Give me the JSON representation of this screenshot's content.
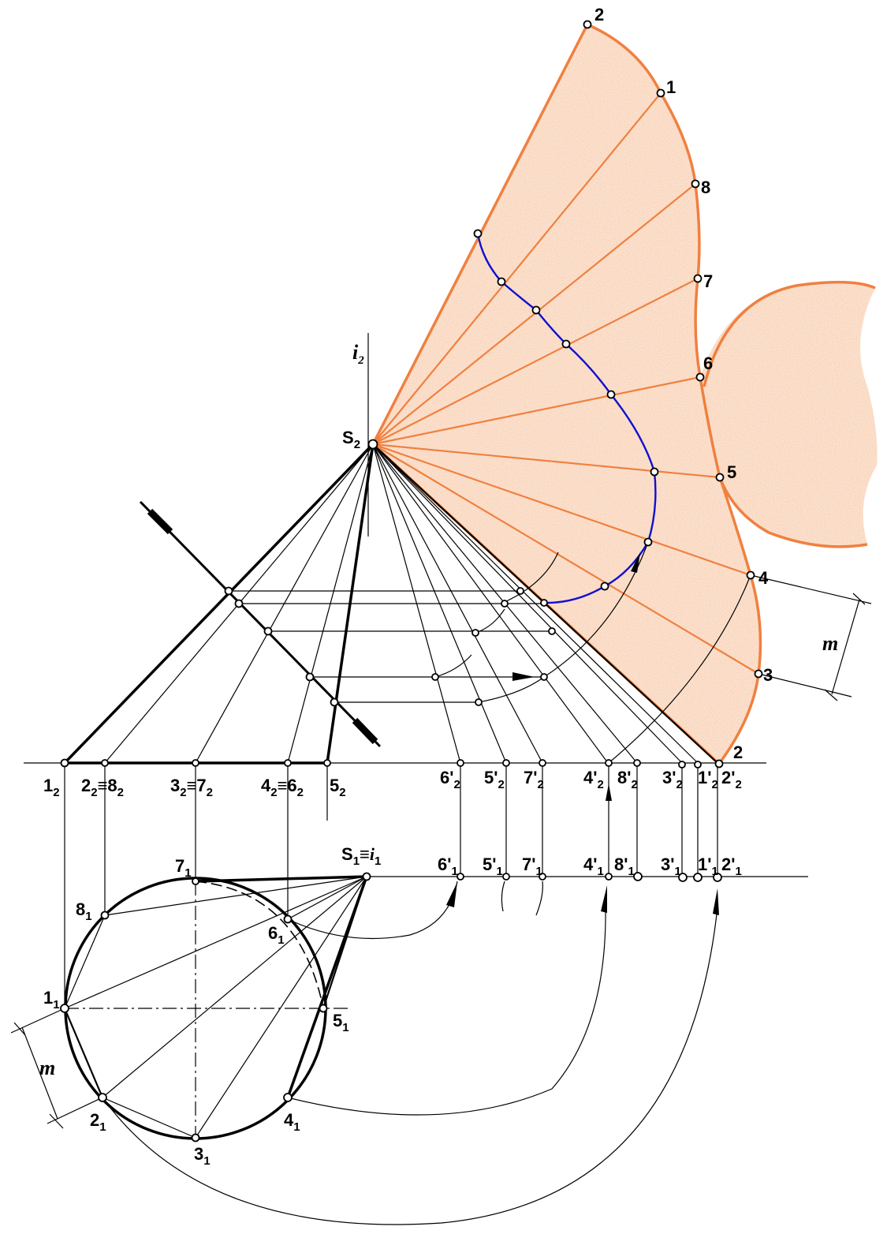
{
  "colors": {
    "development_fill": "#f6c7a8",
    "development_stroke": "#f08040",
    "helix_curve": "#1010d0",
    "construction_lines": "#000000"
  },
  "labels": {
    "i2": "i",
    "i2_sub": "2",
    "S2": "S",
    "S2_sub": "2",
    "S1": "S",
    "S1_sub": "1",
    "S1_eq": "≡",
    "i1": "i",
    "i1_sub": "1",
    "m_top": "m",
    "m_bottom": "m",
    "dev": [
      "2",
      "1",
      "8",
      "7",
      "6",
      "5",
      "4",
      "3",
      "2"
    ],
    "front_base": [
      {
        "main": "1",
        "sub": "2"
      },
      {
        "main": "2",
        "sub": "2",
        "eq": "≡8",
        "sub2": "2"
      },
      {
        "main": "3",
        "sub": "2",
        "eq": "≡7",
        "sub2": "2"
      },
      {
        "main": "4",
        "sub": "2",
        "eq": "≡6",
        "sub2": "2"
      },
      {
        "main": "5",
        "sub": "2"
      }
    ],
    "front_rot": [
      {
        "main": "6'",
        "sub": "2"
      },
      {
        "main": "5'",
        "sub": "2"
      },
      {
        "main": "7'",
        "sub": "2"
      },
      {
        "main": "4'",
        "sub": "2"
      },
      {
        "main": "8'",
        "sub": "2"
      },
      {
        "main": "3'",
        "sub": "2"
      },
      {
        "main": "1'",
        "sub": "2"
      },
      {
        "main": "2'",
        "sub": "2"
      }
    ],
    "top_rot": [
      {
        "main": "6'",
        "sub": "1"
      },
      {
        "main": "5'",
        "sub": "1"
      },
      {
        "main": "7'",
        "sub": "1"
      },
      {
        "main": "4'",
        "sub": "1"
      },
      {
        "main": "8'",
        "sub": "1"
      },
      {
        "main": "3'",
        "sub": "1"
      },
      {
        "main": "1'",
        "sub": "1"
      },
      {
        "main": "2'",
        "sub": "1"
      }
    ],
    "top_base": [
      {
        "main": "1",
        "sub": "1"
      },
      {
        "main": "2",
        "sub": "1"
      },
      {
        "main": "3",
        "sub": "1"
      },
      {
        "main": "4",
        "sub": "1"
      },
      {
        "main": "5",
        "sub": "1"
      },
      {
        "main": "6",
        "sub": "1"
      },
      {
        "main": "7",
        "sub": "1"
      },
      {
        "main": "8",
        "sub": "1"
      }
    ]
  }
}
